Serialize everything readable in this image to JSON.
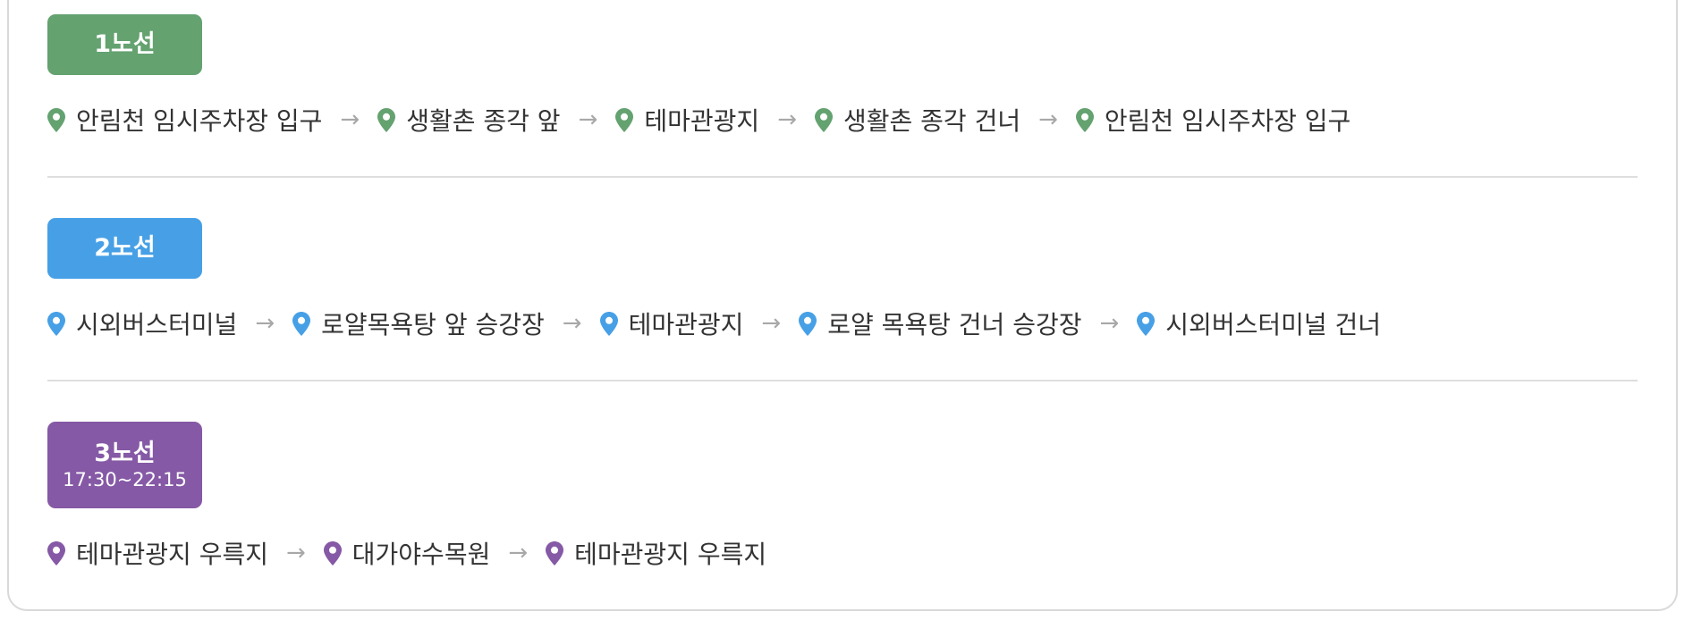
{
  "routes": [
    {
      "name": "1노선",
      "time": "",
      "color": "#64a270",
      "stops": [
        "안림천 임시주차장 입구",
        "생활촌 종각 앞",
        "테마관광지",
        "생활촌 종각 건너",
        "안림천 임시주차장 입구"
      ]
    },
    {
      "name": "2노선",
      "time": "",
      "color": "#47a0e6",
      "stops": [
        "시외버스터미널",
        "로얄목욕탕 앞 승강장",
        "테마관광지",
        "로얄 목욕탕 건너 승강장",
        "시외버스터미널 건너"
      ]
    },
    {
      "name": "3노선",
      "time": "17:30~22:15",
      "color": "#8559a5",
      "stops": [
        "테마관광지 우륵지",
        "대가야수목원",
        "테마관광지 우륵지"
      ]
    }
  ],
  "arrow_glyph": "→",
  "icons": {
    "stop": "map-pin-icon",
    "separator": "arrow-right-icon"
  },
  "colors": {
    "card_border": "#d9d9d9",
    "divider": "#dedede",
    "text": "#333333",
    "arrow": "#a8a8a8"
  }
}
